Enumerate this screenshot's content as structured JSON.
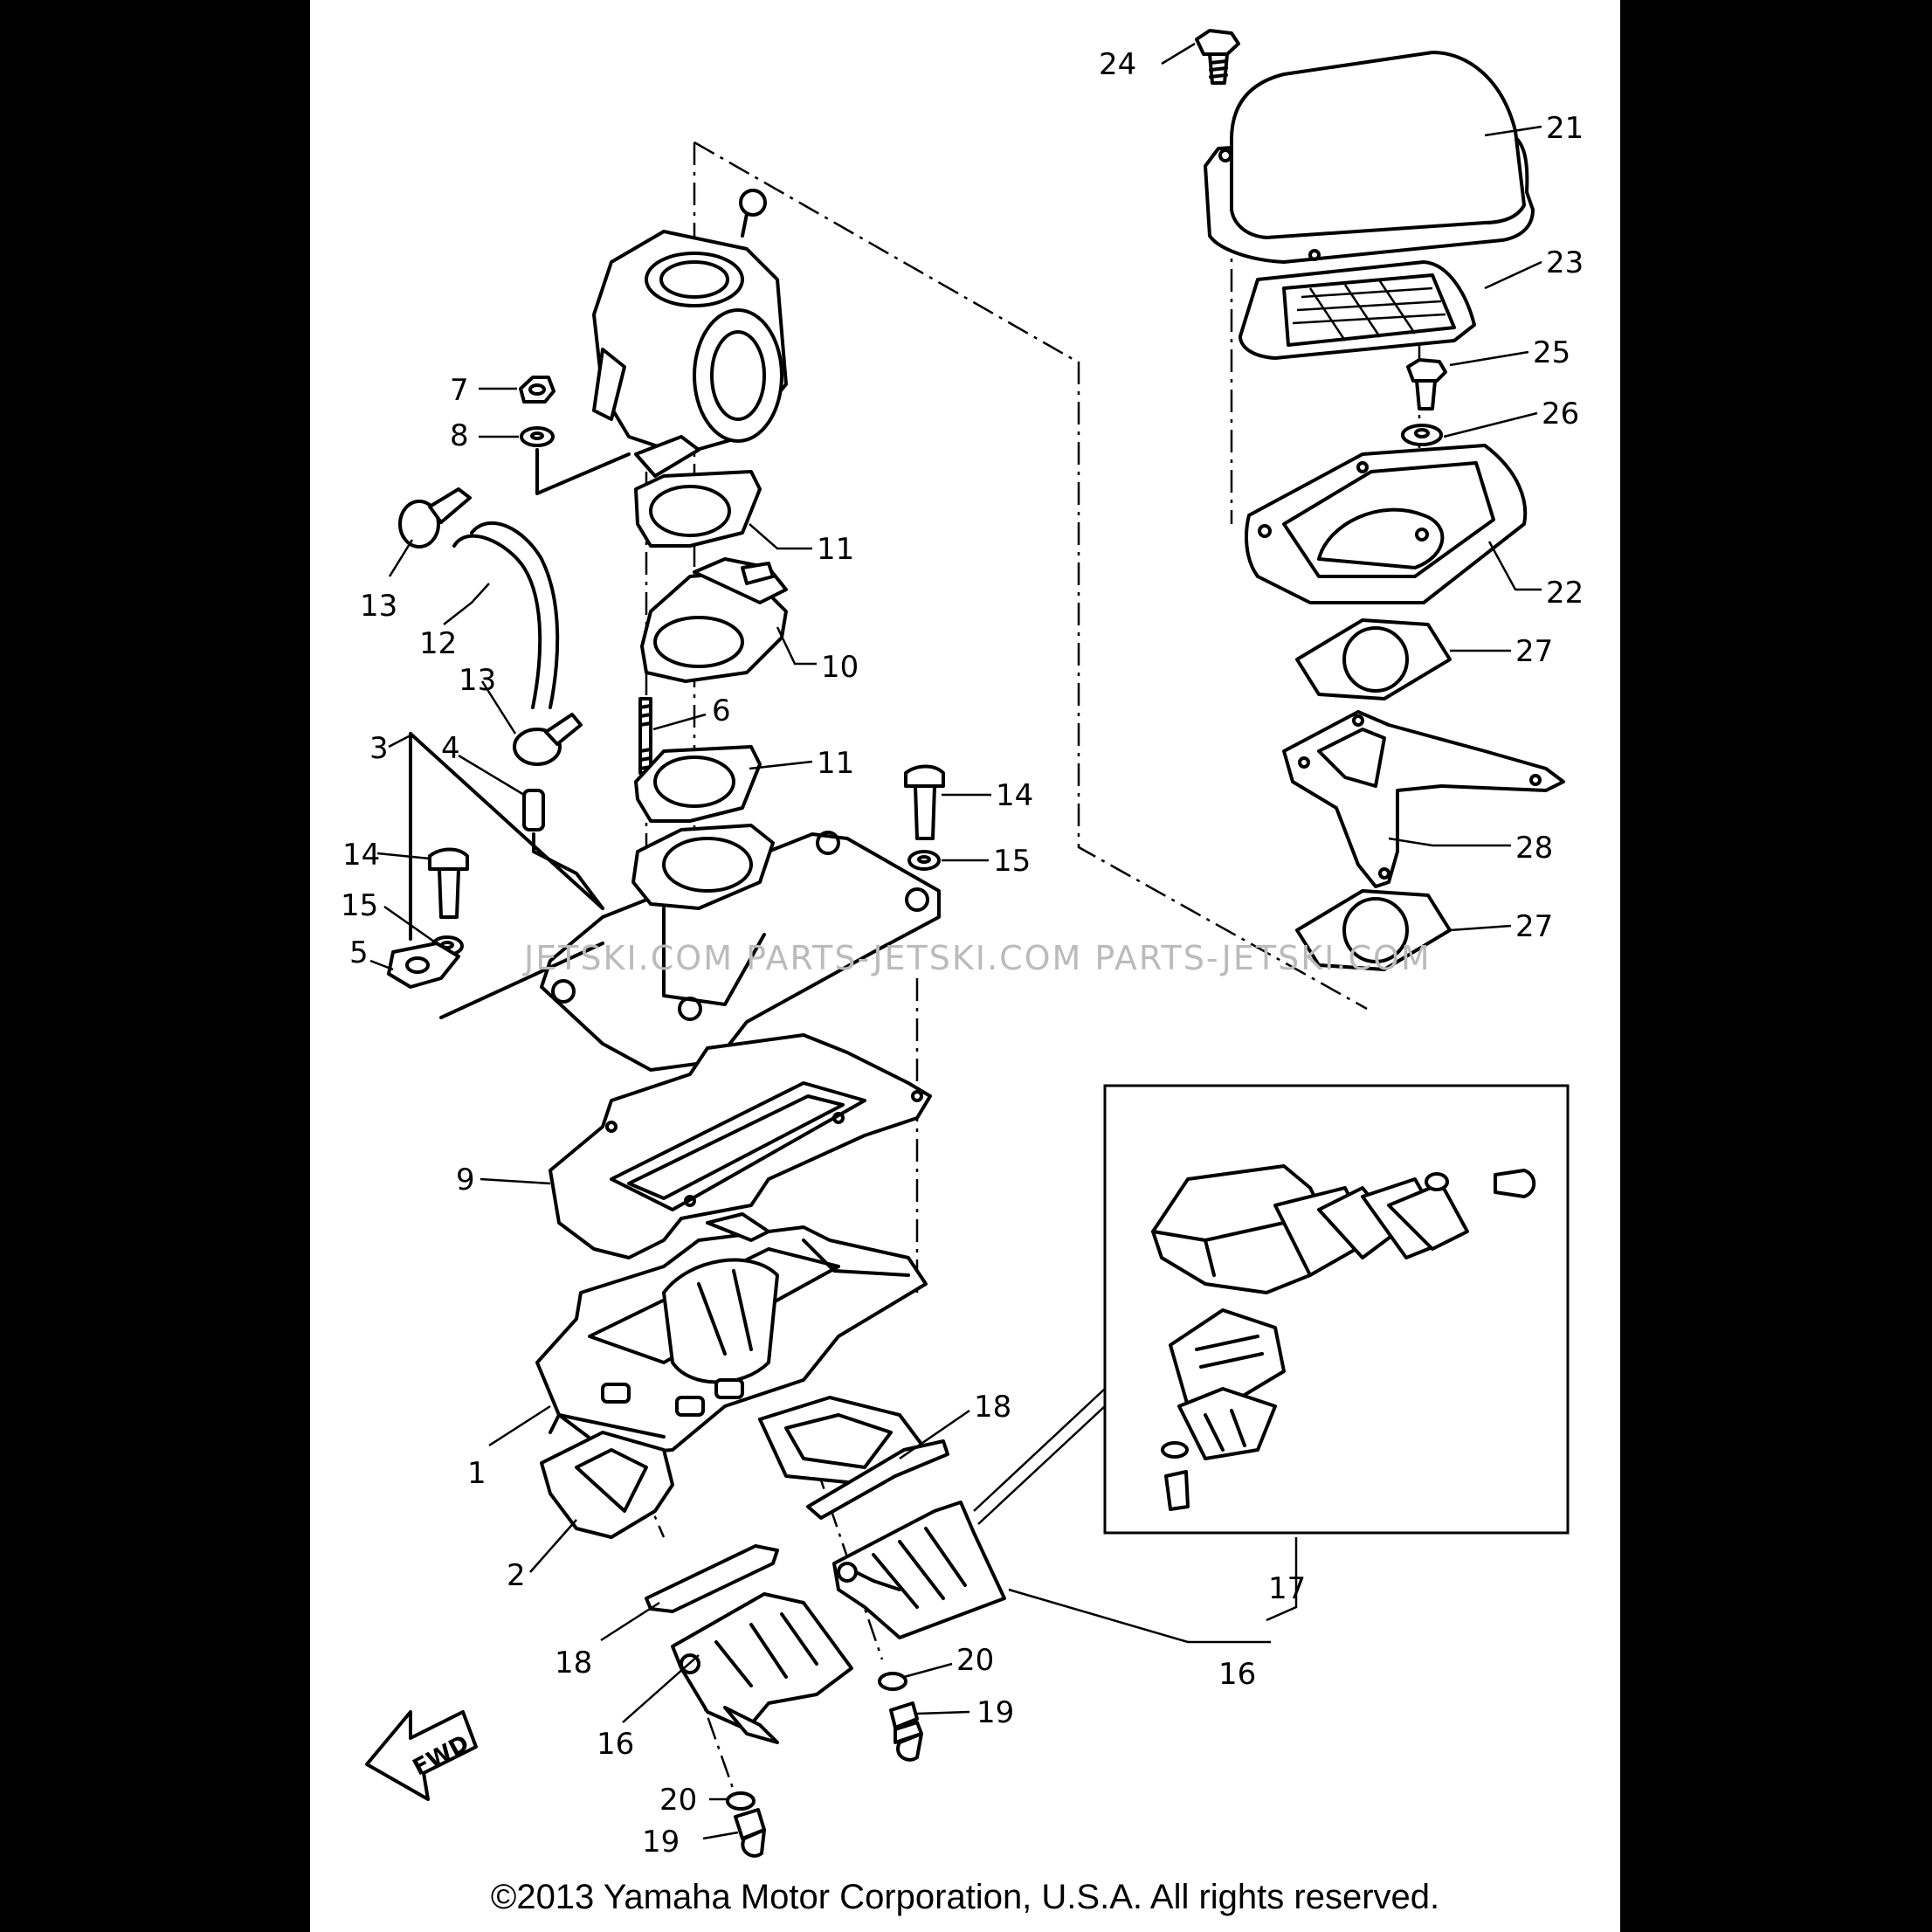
{
  "copyright": "©2013 Yamaha Motor Corporation, U.S.A. All rights reserved.",
  "watermark": "JETSKI.COM  PARTS-JETSKI.COM   PARTS-JETSKI.COM",
  "fwd_label": "FWD",
  "callouts": [
    {
      "id": "c24",
      "text": "24"
    },
    {
      "id": "c21",
      "text": "21"
    },
    {
      "id": "c23",
      "text": "23"
    },
    {
      "id": "c25",
      "text": "25"
    },
    {
      "id": "c26",
      "text": "26"
    },
    {
      "id": "c22",
      "text": "22"
    },
    {
      "id": "c27a",
      "text": "27"
    },
    {
      "id": "c28",
      "text": "28"
    },
    {
      "id": "c27b",
      "text": "27"
    },
    {
      "id": "c7",
      "text": "7"
    },
    {
      "id": "c8",
      "text": "8"
    },
    {
      "id": "c11a",
      "text": "11"
    },
    {
      "id": "c13a",
      "text": "13"
    },
    {
      "id": "c12",
      "text": "12"
    },
    {
      "id": "c10",
      "text": "10"
    },
    {
      "id": "c13b",
      "text": "13"
    },
    {
      "id": "c6",
      "text": "6"
    },
    {
      "id": "c3",
      "text": "3"
    },
    {
      "id": "c4",
      "text": "4"
    },
    {
      "id": "c11b",
      "text": "11"
    },
    {
      "id": "c14a",
      "text": "14"
    },
    {
      "id": "c14b",
      "text": "14"
    },
    {
      "id": "c15a",
      "text": "15"
    },
    {
      "id": "c15b",
      "text": "15"
    },
    {
      "id": "c5",
      "text": "5"
    },
    {
      "id": "c9",
      "text": "9"
    },
    {
      "id": "c1",
      "text": "1"
    },
    {
      "id": "c18a",
      "text": "18"
    },
    {
      "id": "c2",
      "text": "2"
    },
    {
      "id": "c18b",
      "text": "18"
    },
    {
      "id": "c16a",
      "text": "16"
    },
    {
      "id": "c20a",
      "text": "20"
    },
    {
      "id": "c19a",
      "text": "19"
    },
    {
      "id": "c20b",
      "text": "20"
    },
    {
      "id": "c19b",
      "text": "19"
    },
    {
      "id": "c17",
      "text": "17"
    },
    {
      "id": "c16b",
      "text": "16"
    }
  ]
}
